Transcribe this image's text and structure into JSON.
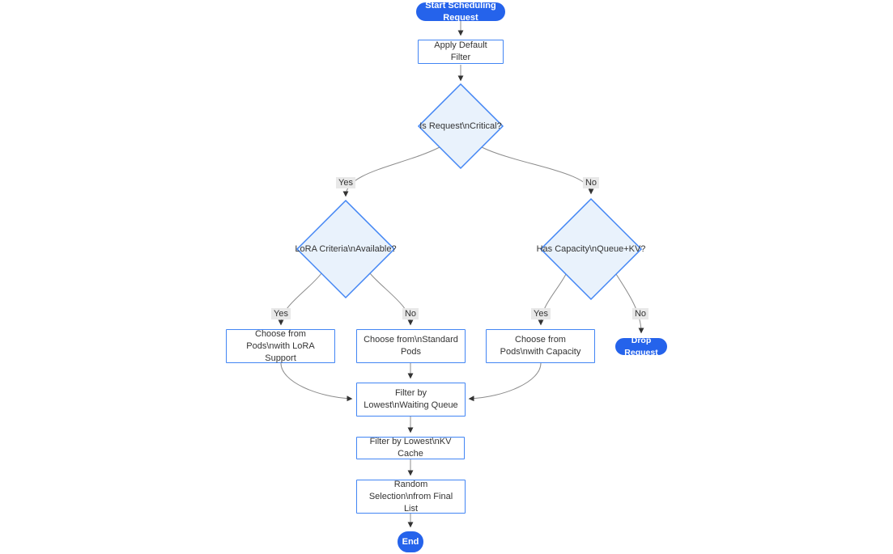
{
  "diagram": {
    "type": "flowchart",
    "direction": "top-down",
    "nodes": {
      "start": {
        "label": "Start Scheduling Request",
        "shape": "stadium"
      },
      "apply_filter": {
        "label": "Apply Default Filter",
        "shape": "rect"
      },
      "is_critical": {
        "label": "Is Request\\nCritical?",
        "shape": "diamond"
      },
      "lora_criteria": {
        "label": "LoRA Criteria\\nAvailable?",
        "shape": "diamond"
      },
      "has_capacity": {
        "label": "Has Capacity\\nQueue+KV?",
        "shape": "diamond"
      },
      "choose_lora": {
        "label": "Choose from Pods\\nwith LoRA Support",
        "shape": "rect"
      },
      "choose_standard": {
        "label": "Choose from\\nStandard Pods",
        "shape": "rect"
      },
      "choose_capacity": {
        "label": "Choose from Pods\\nwith Capacity",
        "shape": "rect"
      },
      "drop_request": {
        "label": "Drop Request",
        "shape": "stadium"
      },
      "filter_waiting": {
        "label": "Filter by Lowest\\nWaiting Queue",
        "shape": "rect"
      },
      "filter_kv": {
        "label": "Filter by Lowest\\nKV Cache",
        "shape": "rect"
      },
      "random_selection": {
        "label": "Random Selection\\nfrom Final List",
        "shape": "rect"
      },
      "end": {
        "label": "End",
        "shape": "stadium"
      }
    },
    "edge_labels": {
      "critical_yes": "Yes",
      "critical_no": "No",
      "lora_yes": "Yes",
      "lora_no": "No",
      "capacity_yes": "Yes",
      "capacity_no": "No"
    },
    "edges": [
      {
        "from": "start",
        "to": "apply_filter",
        "label": ""
      },
      {
        "from": "apply_filter",
        "to": "is_critical",
        "label": ""
      },
      {
        "from": "is_critical",
        "to": "lora_criteria",
        "label": "Yes"
      },
      {
        "from": "is_critical",
        "to": "has_capacity",
        "label": "No"
      },
      {
        "from": "lora_criteria",
        "to": "choose_lora",
        "label": "Yes"
      },
      {
        "from": "lora_criteria",
        "to": "choose_standard",
        "label": "No"
      },
      {
        "from": "has_capacity",
        "to": "choose_capacity",
        "label": "Yes"
      },
      {
        "from": "has_capacity",
        "to": "drop_request",
        "label": "No"
      },
      {
        "from": "choose_lora",
        "to": "filter_waiting",
        "label": ""
      },
      {
        "from": "choose_standard",
        "to": "filter_waiting",
        "label": ""
      },
      {
        "from": "choose_capacity",
        "to": "filter_waiting",
        "label": ""
      },
      {
        "from": "filter_waiting",
        "to": "filter_kv",
        "label": ""
      },
      {
        "from": "filter_kv",
        "to": "random_selection",
        "label": ""
      },
      {
        "from": "random_selection",
        "to": "end",
        "label": ""
      }
    ],
    "colors": {
      "stadium_fill": "#2563eb",
      "stadium_text": "#ffffff",
      "rect_fill": "#ffffff",
      "node_border": "#4285f4",
      "diamond_fill": "#e9f2fc",
      "edge_line": "#8c8c8c",
      "arrowhead": "#333333",
      "text": "#333333",
      "edge_label_bg": "#e8e8e8"
    }
  }
}
